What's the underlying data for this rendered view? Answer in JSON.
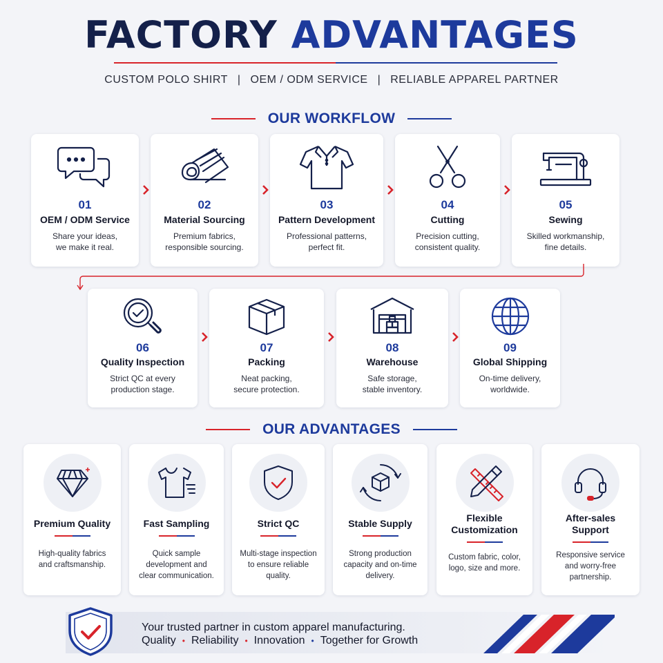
{
  "header": {
    "title_part1": "FACTORY",
    "title_part2": "ADVANTAGES",
    "subtitle": [
      "CUSTOM POLO SHIRT",
      "OEM / ODM SERVICE",
      "RELIABLE APPAREL PARTNER"
    ],
    "separator": "|"
  },
  "workflow": {
    "heading": "OUR WORKFLOW",
    "steps": [
      {
        "num": "01",
        "name": "OEM / ODM Service",
        "desc1": "Share your ideas,",
        "desc2": "we make it real.",
        "icon": "chat-bubbles-icon"
      },
      {
        "num": "02",
        "name": "Material Sourcing",
        "desc1": "Premium fabrics,",
        "desc2": "responsible sourcing.",
        "icon": "fabric-roll-icon"
      },
      {
        "num": "03",
        "name": "Pattern Development",
        "desc1": "Professional patterns,",
        "desc2": "perfect fit.",
        "icon": "polo-shirt-icon"
      },
      {
        "num": "04",
        "name": "Cutting",
        "desc1": "Precision cutting,",
        "desc2": "consistent quality.",
        "icon": "scissors-icon"
      },
      {
        "num": "05",
        "name": "Sewing",
        "desc1": "Skilled workmanship,",
        "desc2": "fine details.",
        "icon": "sewing-machine-icon"
      },
      {
        "num": "06",
        "name": "Quality Inspection",
        "desc1": "Strict QC at every",
        "desc2": "production stage.",
        "icon": "magnifier-check-icon"
      },
      {
        "num": "07",
        "name": "Packing",
        "desc1": "Neat packing,",
        "desc2": "secure protection.",
        "icon": "box-icon"
      },
      {
        "num": "08",
        "name": "Warehouse",
        "desc1": "Safe storage,",
        "desc2": "stable inventory.",
        "icon": "warehouse-icon"
      },
      {
        "num": "09",
        "name": "Global Shipping",
        "desc1": "On-time delivery,",
        "desc2": "worldwide.",
        "icon": "globe-icon"
      }
    ]
  },
  "advantages": {
    "heading": "OUR ADVANTAGES",
    "items": [
      {
        "name1": "Premium Quality",
        "name2": "",
        "desc": [
          "High-quality fabrics",
          "and craftsmanship."
        ],
        "icon": "diamond-icon"
      },
      {
        "name1": "Fast Sampling",
        "name2": "",
        "desc": [
          "Quick sample",
          "development and",
          "clear communication."
        ],
        "icon": "fast-shirt-icon"
      },
      {
        "name1": "Strict QC",
        "name2": "",
        "desc": [
          "Multi-stage inspection",
          "to ensure reliable",
          "quality."
        ],
        "icon": "shield-check-icon"
      },
      {
        "name1": "Stable Supply",
        "name2": "",
        "desc": [
          "Strong production",
          "capacity and on-time",
          "delivery."
        ],
        "icon": "box-cycle-icon"
      },
      {
        "name1": "Flexible",
        "name2": "Customization",
        "desc": [
          "Custom fabric, color,",
          "logo, size and more."
        ],
        "icon": "pencil-ruler-icon"
      },
      {
        "name1": "After-sales",
        "name2": "Support",
        "desc": [
          "Responsive service",
          "and worry-free",
          "partnership."
        ],
        "icon": "headset-icon"
      }
    ]
  },
  "footer": {
    "line1": "Your trusted partner in custom apparel manufacturing.",
    "values": [
      "Quality",
      "Reliability",
      "Innovation",
      "Together for Growth"
    ],
    "bullet": "•"
  },
  "colors": {
    "red": "#d8232a",
    "blue": "#1d3a9c",
    "navy": "#14204a"
  }
}
